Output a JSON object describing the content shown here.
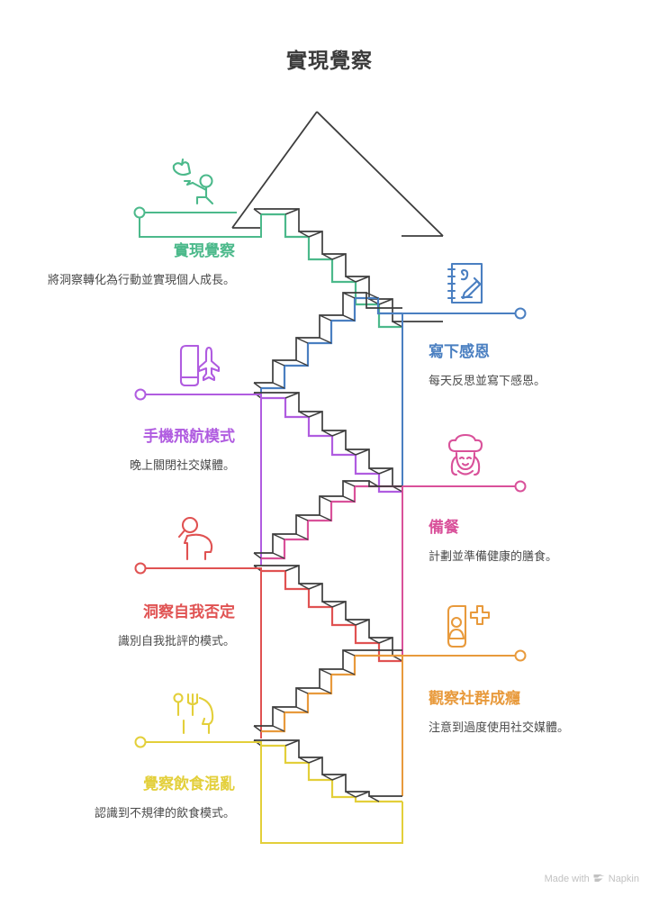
{
  "header": {
    "title": "實現覺察"
  },
  "footer": {
    "credit_prefix": "Made with",
    "brand": "Napkin",
    "logo_icon": "napkin-logo-icon"
  },
  "diagram": {
    "type": "ascending-staircase-arrow",
    "arrow_color": "#3d3d3d",
    "direction": "upward",
    "step_count": 7,
    "steps_per_flight": 6
  },
  "steps": [
    {
      "index": 1,
      "side": "left",
      "heading": "實現覺察",
      "description": "將洞察轉化為行動並實現個人成長。",
      "color": "#4cb98b",
      "icon": "person-releasing-dove-icon",
      "marker": "circle-endpoint"
    },
    {
      "index": 2,
      "side": "right",
      "heading": "寫下感恩",
      "description": "每天反思並寫下感恩。",
      "color": "#4a7fc1",
      "icon": "notebook-with-pen-icon",
      "marker": "circle-endpoint"
    },
    {
      "index": 3,
      "side": "left",
      "heading": "手機飛航模式",
      "description": "晚上關閉社交媒體。",
      "color": "#b05ce0",
      "icon": "phone-airplane-mode-icon",
      "marker": "circle-endpoint"
    },
    {
      "index": 4,
      "side": "right",
      "heading": "備餐",
      "description": "計劃並準備健康的膳食。",
      "color": "#d9519a",
      "icon": "chef-with-hat-icon",
      "marker": "circle-endpoint"
    },
    {
      "index": 5,
      "side": "left",
      "heading": "洞察自我否定",
      "description": "識別自我批評的模式。",
      "color": "#e05252",
      "icon": "head-with-magnifier-icon",
      "marker": "circle-endpoint"
    },
    {
      "index": 6,
      "side": "right",
      "heading": "觀察社群成癮",
      "description": "注意到過度使用社交媒體。",
      "color": "#e89a3c",
      "icon": "phone-profile-plus-icon",
      "marker": "circle-endpoint"
    },
    {
      "index": 7,
      "side": "left",
      "heading": "覺察飲食混亂",
      "description": "認識到不規律的飲食模式。",
      "color": "#e3cf3a",
      "icon": "head-with-cutlery-icon",
      "marker": "circle-endpoint"
    }
  ]
}
